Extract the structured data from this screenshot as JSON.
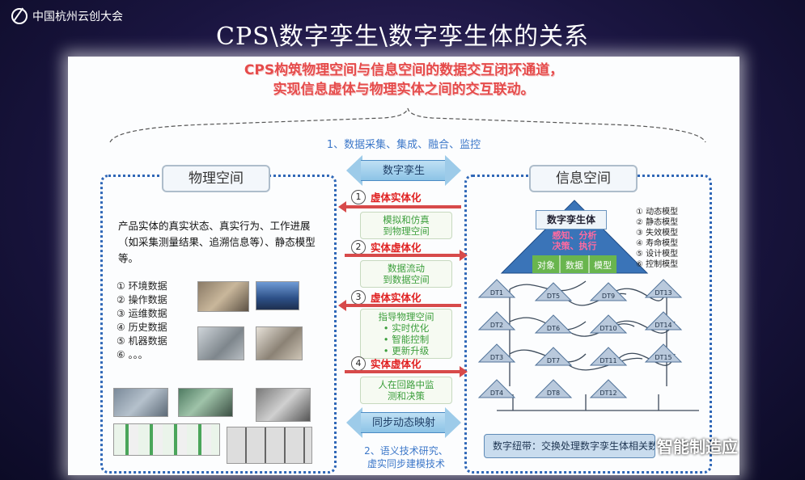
{
  "logo": {
    "text": "中国杭州云创大会"
  },
  "title": "CPS\\数字孪生\\数字孪生体的关系",
  "subtitle": {
    "line1": "CPS构筑物理空间与信息空间的数据交互闭环通道，",
    "line2": "实现信息虚体与物理实体之间的交互联动。"
  },
  "top_step": "1、数据采集、集成、融合、监控",
  "physical": {
    "title": "物理空间",
    "desc": "产品实体的真实状态、真实行为、工作进展（如采集测量结果、追溯信息等）、静态模型等。",
    "items": [
      "① 环境数据",
      "② 操作数据",
      "③ 运维数据",
      "④ 历史数据",
      "⑤ 机器数据",
      "⑥ 。。。"
    ]
  },
  "info": {
    "title": "信息空间",
    "twin": "数字孪生体",
    "pyramid_words": [
      "感知、分析",
      "决策、执行"
    ],
    "pyramid_cells": [
      "对象",
      "数据",
      "模型"
    ],
    "models": [
      "① 动态模型",
      "② 静态模型",
      "③ 失效模型",
      "④ 寿命模型",
      "⑤ 设计模型",
      "⑥ 控制模型"
    ],
    "nodes": [
      "DT1",
      "DT2",
      "DT3",
      "DT4",
      "DT5",
      "DT6",
      "DT7",
      "DT8",
      "DT9",
      "DT10",
      "DT11",
      "DT12",
      "DT13",
      "DT14",
      "DT15"
    ],
    "thread": "数字纽带：交换处理数字孪生体相关数据"
  },
  "middle": {
    "top_arrow": "数字孪生",
    "bottom_arrow": "同步动态映射",
    "steps": [
      {
        "num": "1",
        "label": "虚体实体化"
      },
      {
        "num": "2",
        "label": "实体虚体化"
      },
      {
        "num": "3",
        "label": "虚体实体化"
      },
      {
        "num": "4",
        "label": "实体虚体化"
      }
    ],
    "box1": [
      "模拟和仿真",
      "到物理空间"
    ],
    "box2": [
      "数据流动",
      "到数据空间"
    ],
    "box3": [
      "指导物理空间",
      "• 实时优化",
      "• 智能控制",
      "• 更新升级"
    ],
    "box4": [
      "人在回路中监",
      "测和决策"
    ],
    "bottom_step": [
      "2、语义技术研究、",
      "虚实同步建模技术"
    ]
  },
  "watermark": "智能制造应",
  "colors": {
    "accent_red": "#d74a4a",
    "accent_blue": "#2f67b7",
    "accent_green": "#3b9e3b"
  }
}
